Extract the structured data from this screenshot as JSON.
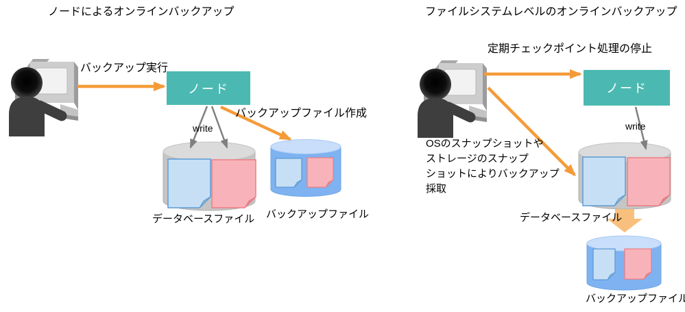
{
  "left": {
    "title": "ノードによるオンラインバックアップ",
    "execute_label": "バックアップ実行",
    "node_label": "ノード",
    "write_label": "write",
    "create_label": "バックアップファイル作成",
    "database_label": "データベースファイル",
    "backup_label": "バックアップファイル"
  },
  "right": {
    "title": "ファイルシステムレベルのオンラインバックアップ",
    "checkpoint_label": "定期チェックポイント処理の停止",
    "node_label": "ノード",
    "write_label": "write",
    "snapshot_note": "OSのスナップショットや\nストレージのスナップ\nショットによりバックアップ\n採取",
    "database_label": "データベースファイル",
    "backup_label": "バックアップファイル"
  },
  "colors": {
    "node_fill": "#4bb9b1",
    "node_text": "#ffffff",
    "arrow_orange": "#f49b38",
    "block_arrow_orange": "#f9c07d",
    "write_arrow_gray": "#7f7f7f",
    "db_cylinder_body": "#c5c5c5",
    "db_cylinder_top": "#dbdbdb",
    "backup_cylinder_body": "#7eb2f1",
    "backup_cylinder_top": "#c8defa",
    "doc_blue_fill": "#c7dff5",
    "doc_blue_border": "#5b9bd5",
    "doc_pink_fill": "#f8b3ba",
    "doc_pink_border": "#ed7d83"
  }
}
